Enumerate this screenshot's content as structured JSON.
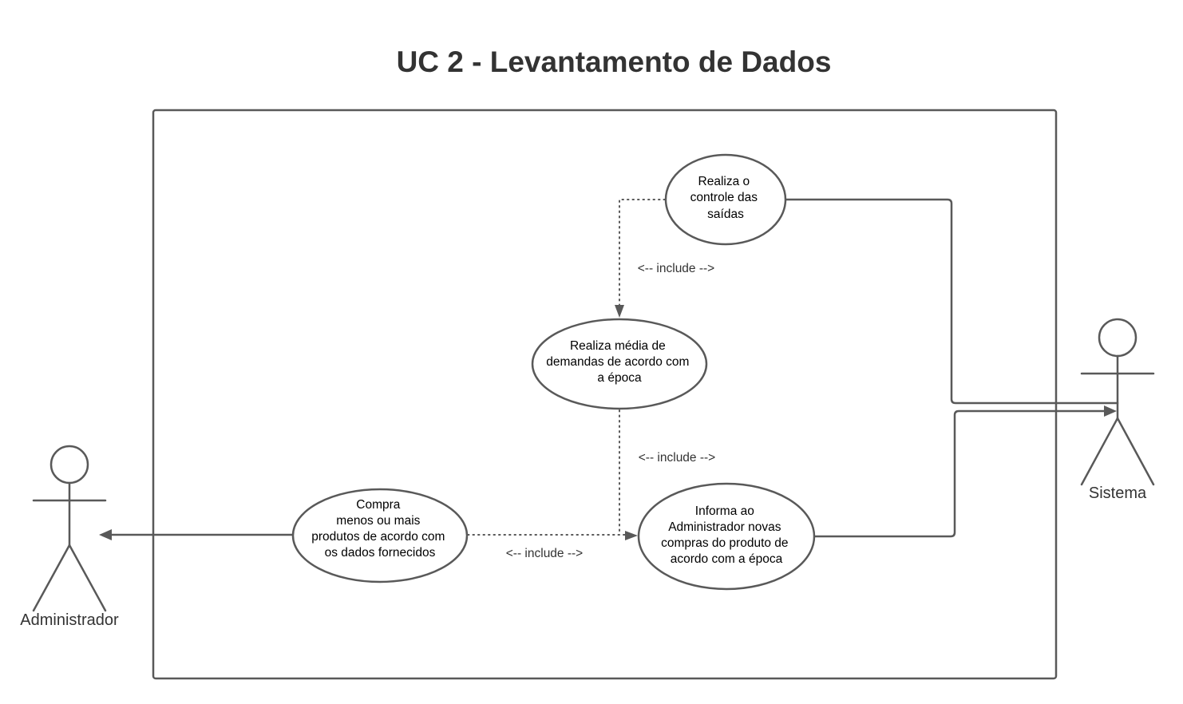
{
  "title": "UC 2 - Levantamento de Dados",
  "actors": {
    "administrador": "Administrador",
    "sistema": "Sistema"
  },
  "use_cases": {
    "controle_saidas": [
      "Realiza o",
      "controle das",
      "saídas"
    ],
    "media_demandas": [
      "Realiza média de",
      "demandas de acordo com",
      "a época"
    ],
    "compra": [
      "Compra",
      "menos ou mais",
      "produtos de acordo com",
      "os dados fornecidos"
    ],
    "informa": [
      "Informa ao",
      "Administrador novas",
      "compras do produto de",
      "acordo com a época"
    ]
  },
  "relations": {
    "include_top": "<-- include -->",
    "include_middle": "<-- include -->",
    "include_bottom": "<-- include -->"
  }
}
